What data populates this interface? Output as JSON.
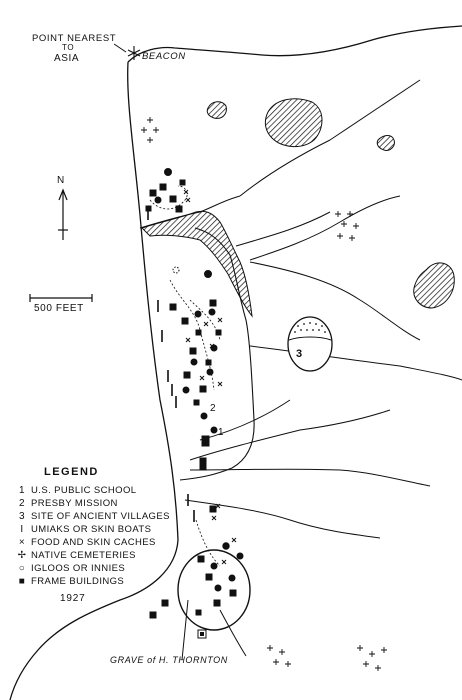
{
  "labels": {
    "point_nearest": [
      "POINT NEAREST",
      "TO",
      "ASIA"
    ],
    "beacon": "BEACON",
    "north": "N",
    "scale": "500 FEET",
    "grave": "GRAVE of H. THORNTON",
    "site_number": "3",
    "mission_number": "2",
    "school_number": "1"
  },
  "legend": {
    "title": "LEGEND",
    "items": [
      {
        "symbol": "1",
        "label": "U.S. PUBLIC SCHOOL"
      },
      {
        "symbol": "2",
        "label": "PRESBY MISSION"
      },
      {
        "symbol": "3",
        "label": "SITE OF ANCIENT VILLAGES"
      },
      {
        "symbol": "I",
        "label": "UMIAKS OR SKIN BOATS"
      },
      {
        "symbol": "×",
        "label": "FOOD AND SKIN CACHES"
      },
      {
        "symbol": "✢",
        "label": "NATIVE CEMETERIES"
      },
      {
        "symbol": "○",
        "label": "IGLOOS OR INNIES"
      },
      {
        "symbol": "■",
        "label": "FRAME BUILDINGS"
      }
    ],
    "year": "1927"
  },
  "colors": {
    "ink": "#111111",
    "paper": "#ffffff"
  }
}
